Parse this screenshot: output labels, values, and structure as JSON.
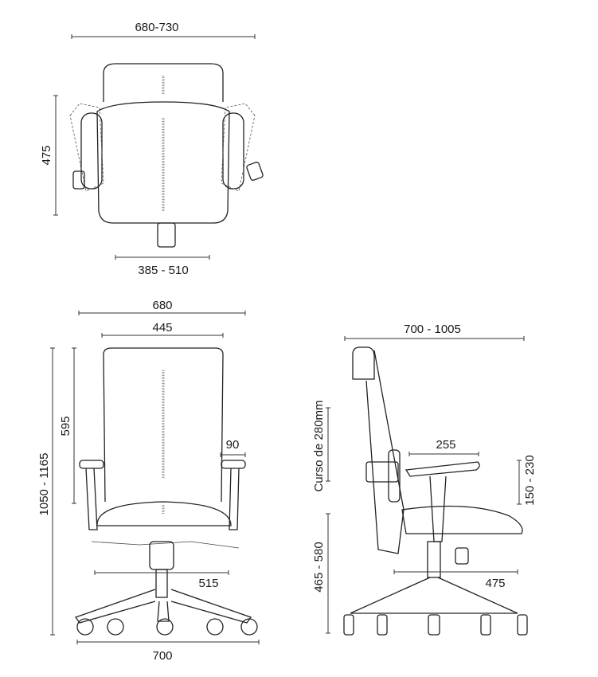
{
  "top_view": {
    "width": "680-730",
    "depth": "475",
    "seat_width": "385 - 510"
  },
  "front_view": {
    "overall_width": "680",
    "back_width": "445",
    "back_height": "595",
    "arm_width": "90",
    "total_height": "1050 - 1165",
    "seat_span": "515",
    "base_width": "700"
  },
  "side_view": {
    "depth": "700 - 1005",
    "backrest_travel": "Curso de 280mm",
    "arm_length": "255",
    "arm_height": "150 - 230",
    "seat_height": "465 - 580",
    "seat_depth": "475"
  }
}
